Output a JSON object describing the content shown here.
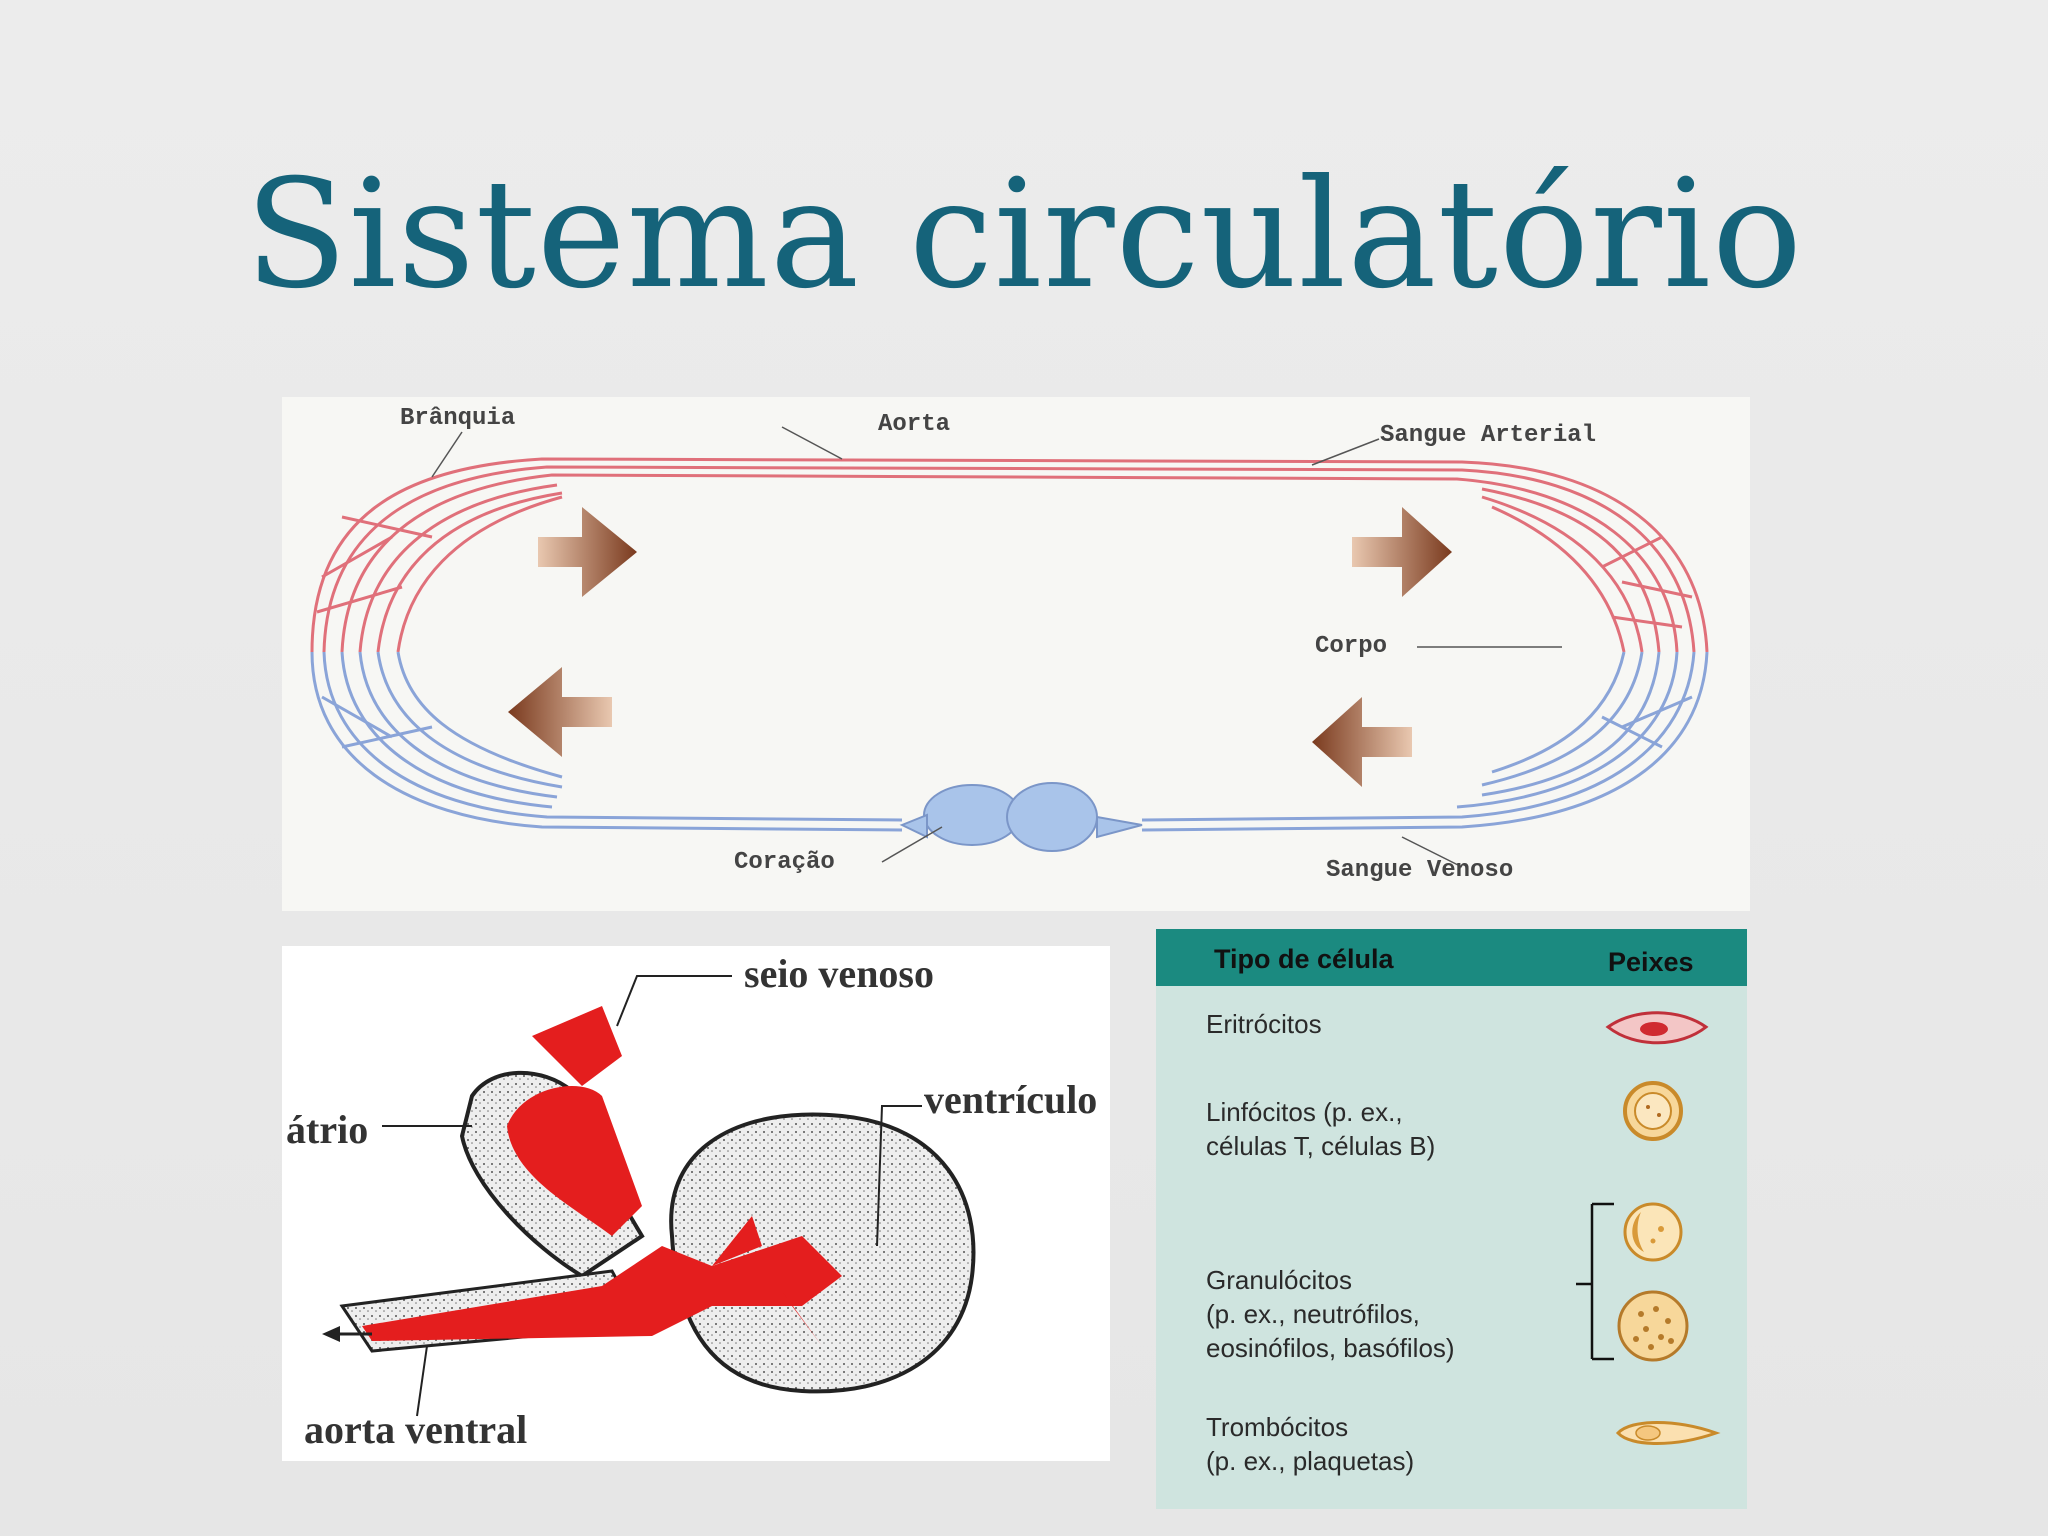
{
  "title": "Sistema circulatório",
  "loop_diagram": {
    "labels": {
      "branquia": "Brânquia",
      "aorta": "Aorta",
      "sangue_arterial": "Sangue Arterial",
      "corpo": "Corpo",
      "coracao": "Coração",
      "sangue_venoso": "Sangue Venoso"
    },
    "colors": {
      "arterial": "#e0707a",
      "venous": "#8aa4d8",
      "arrow": "#8a4a2a"
    }
  },
  "heart_diagram": {
    "labels": {
      "seio_venoso": "seio venoso",
      "atrio": "átrio",
      "ventriculo": "ventrículo",
      "aorta_ventral": "aorta ventral"
    },
    "colors": {
      "blood": "#e41e1e"
    }
  },
  "cell_table": {
    "header": {
      "col1": "Tipo de célula",
      "col2": "Peixes"
    },
    "rows": [
      {
        "line1": "Eritrócitos",
        "line2": "",
        "line3": ""
      },
      {
        "line1": "Linfócitos (p. ex.,",
        "line2": "células T, células B)",
        "line3": ""
      },
      {
        "line1": "Granulócitos",
        "line2": "(p. ex., neutrófilos,",
        "line3": "eosinófilos, basófilos)"
      },
      {
        "line1": "Trombócitos",
        "line2": "(p. ex., plaquetas)",
        "line3": ""
      }
    ],
    "colors": {
      "header_bg": "#1b8a80",
      "body_bg": "#cfe4df"
    }
  }
}
